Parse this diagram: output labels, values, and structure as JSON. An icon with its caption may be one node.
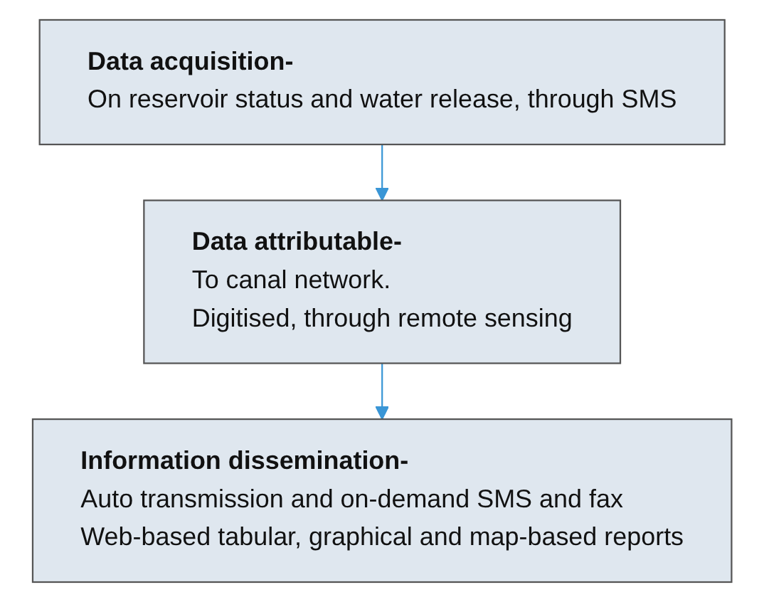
{
  "diagram": {
    "nodes": [
      {
        "text": [
          "Data acquisition-",
          "On reservoir status and water release, through SMS"
        ]
      },
      {
        "text": [
          "Data attributable-",
          "To canal network.",
          "Digitised, through remote sensing"
        ]
      },
      {
        "text": [
          "Information dissemination-",
          "Auto transmission and on-demand SMS and fax",
          "Web-based tabular, graphical and map-based reports"
        ]
      }
    ],
    "edges": [
      {
        "from": 0,
        "to": 1,
        "arrow": "to",
        "color": "#3a96d6"
      },
      {
        "from": 1,
        "to": 2,
        "arrow": "to",
        "color": "#3a96d6"
      }
    ]
  }
}
